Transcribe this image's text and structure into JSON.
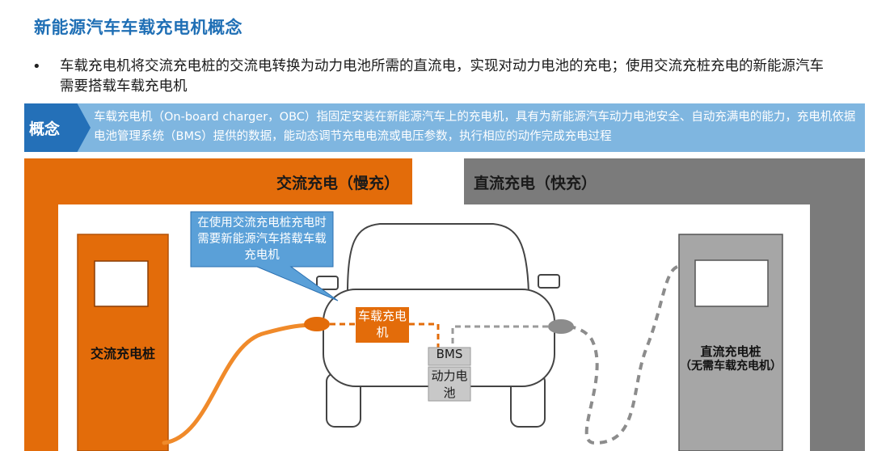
{
  "title": "新能源汽车车载充电机概念",
  "bullet": {
    "dot": "•",
    "text": "车载充电机将交流充电桩的交流电转换为动力电池所需的直流电，实现对动力电池的充电；使用交流充桩充电的新能源汽车需要搭载车载充电机"
  },
  "concept": {
    "tag": "概念",
    "text": "车载充电机（On-board charger，OBC）指固定安装在新能源汽车上的充电机，具有为新能源汽车动力电池安全、自动充满电的能力，充电机依据电池管理系统（BMS）提供的数据，能动态调节充电电流或电压参数，执行相应的动作完成充电过程"
  },
  "diagram": {
    "ac_title": "交流充电（慢充）",
    "dc_title": "直流充电（快充）",
    "ac_pile": "交流充电桩",
    "dc_pile": "直流充电桩",
    "dc_pile_note": "（无需车载充电机）",
    "callout": "在使用交流充电桩充电时需要新能源汽车搭载车载充电机",
    "obc": "车载充电机",
    "bms": "BMS",
    "battery": "动力电池",
    "colors": {
      "ac_orange": "#e36c0a",
      "dc_gray": "#7b7b7b",
      "concept_blue": "#2470b8",
      "concept_light": "#7fb6e0",
      "title_blue": "#1f6fb5"
    }
  }
}
